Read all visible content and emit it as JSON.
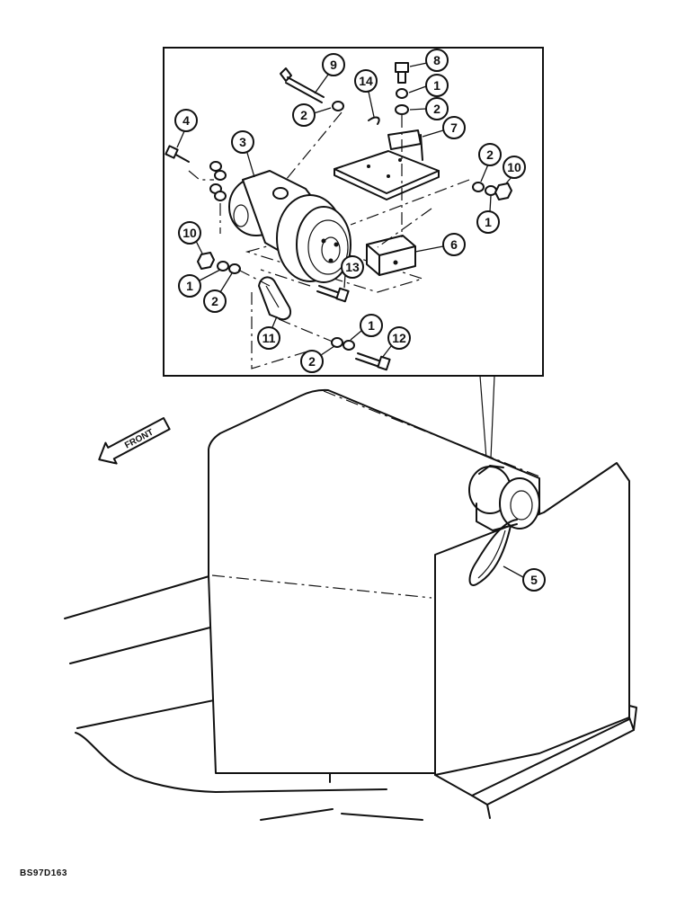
{
  "figure_code": "BS97D163",
  "front_label": "FRONT",
  "callouts": [
    "1",
    "1",
    "1",
    "1",
    "2",
    "2",
    "2",
    "2",
    "2",
    "3",
    "4",
    "5",
    "6",
    "7",
    "8",
    "9",
    "10",
    "10",
    "11",
    "12",
    "13",
    "14"
  ]
}
